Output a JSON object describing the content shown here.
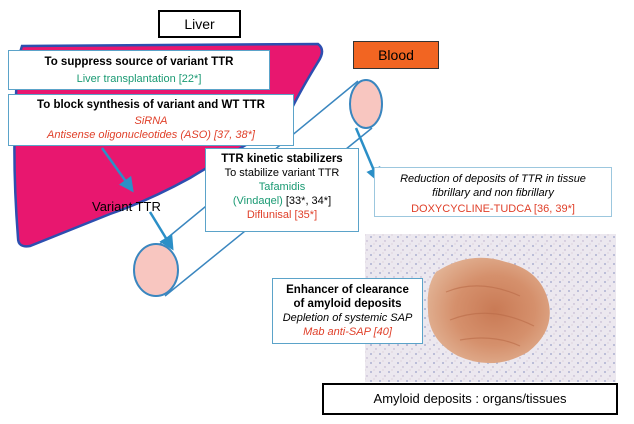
{
  "labels": {
    "liver": "Liver",
    "blood": "Blood",
    "variant_ttr": "Variant TTR",
    "amyloid_deposits": "Amyloid deposits : organs/tissues"
  },
  "suppress": {
    "title": "To suppress source of variant TTR",
    "item": "Liver transplantation [22*]"
  },
  "block": {
    "title": "To block synthesis of variant and WT TTR",
    "item1": "SiRNA",
    "item2": "Antisense oligonucleotides (ASO) [37, 38*]"
  },
  "stabilizers": {
    "title": "TTR kinetic stabilizers",
    "subtitle": "To stabilize variant TTR",
    "drug1": "Tafamidis",
    "drug2_name": "(Vindaqel)",
    "drug2_refs": "[33*, 34*]",
    "drug3": "Diflunisal [35*]"
  },
  "reduction": {
    "line1": "Reduction of deposits of TTR in tissue",
    "line2": "fibrillary and non fibrillary",
    "drug": "DOXYCYCLINE-TUDCA [36, 39*]"
  },
  "clearance": {
    "title1": "Enhancer of clearance",
    "title2": "of amyloid deposits",
    "subtitle": "Depletion of systemic SAP",
    "drug": "Mab anti-SAP [40]"
  },
  "colors": {
    "liver_fill": "#e8176f",
    "liver_outline": "#2d4fb0",
    "blood_box": "#f26522",
    "cell_fill": "#f8c6c0",
    "cell_stroke": "#3a86bf",
    "arrow": "#2b8fc7",
    "box_border": "#5ba3c9",
    "green_text": "#1a9a73",
    "red_text": "#e0402a"
  }
}
